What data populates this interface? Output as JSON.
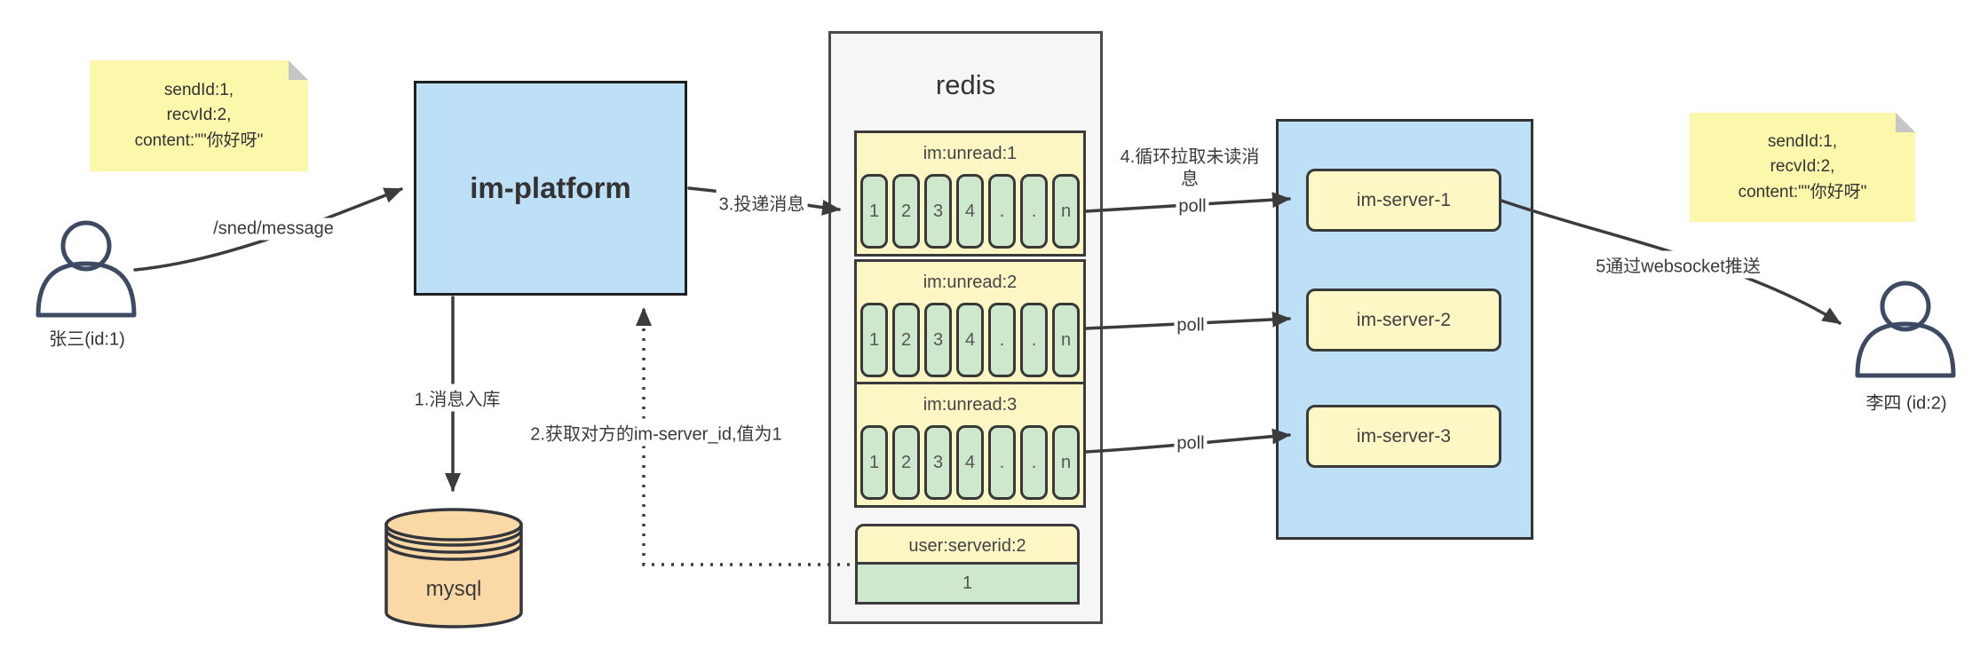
{
  "colors": {
    "note_yellow": "#FBF8AC",
    "box_yellow": "#FBF6C4",
    "cell_green": "#CDE8CD",
    "blue": "#BDE0F7",
    "container_gray": "#F6F6F6",
    "mysql_tan": "#FAD9A6",
    "line_dark": "#3C3C3C",
    "person_navy": "#3D4A61"
  },
  "left_note": {
    "line1": "sendId:1,",
    "line2": "recvId:2,",
    "line3": "content:\"\"你好呀\""
  },
  "right_note": {
    "line1": "sendId:1,",
    "line2": "recvId:2,",
    "line3": "content:\"\"你好呀\""
  },
  "sender": {
    "label": "张三(id:1)"
  },
  "receiver": {
    "label": "李四 (id:2)"
  },
  "platform": {
    "label": "im-platform"
  },
  "mysql": {
    "label": "mysql"
  },
  "redis": {
    "title": "redis",
    "queues": [
      {
        "name": "im:unread:1",
        "cells": [
          "1",
          "2",
          "3",
          "4",
          ".",
          ".",
          "n"
        ]
      },
      {
        "name": "im:unread:2",
        "cells": [
          "1",
          "2",
          "3",
          "4",
          ".",
          ".",
          "n"
        ]
      },
      {
        "name": "im:unread:3",
        "cells": [
          "1",
          "2",
          "3",
          "4",
          ".",
          ".",
          "n"
        ]
      }
    ],
    "kv": {
      "name": "user:serverid:2",
      "value": "1"
    }
  },
  "servers": {
    "s1": "im-server-1",
    "s2": "im-server-2",
    "s3": "im-server-3"
  },
  "edges": {
    "send": "/sned/message",
    "store": "1.消息入库",
    "lookup": "2.获取对方的im-server_id,值为1",
    "deliver": "3.投递消息",
    "pull": "4.循环拉取未读消息",
    "poll1": "poll",
    "poll2": "poll",
    "poll3": "poll",
    "push": "5通过websocket推送"
  }
}
